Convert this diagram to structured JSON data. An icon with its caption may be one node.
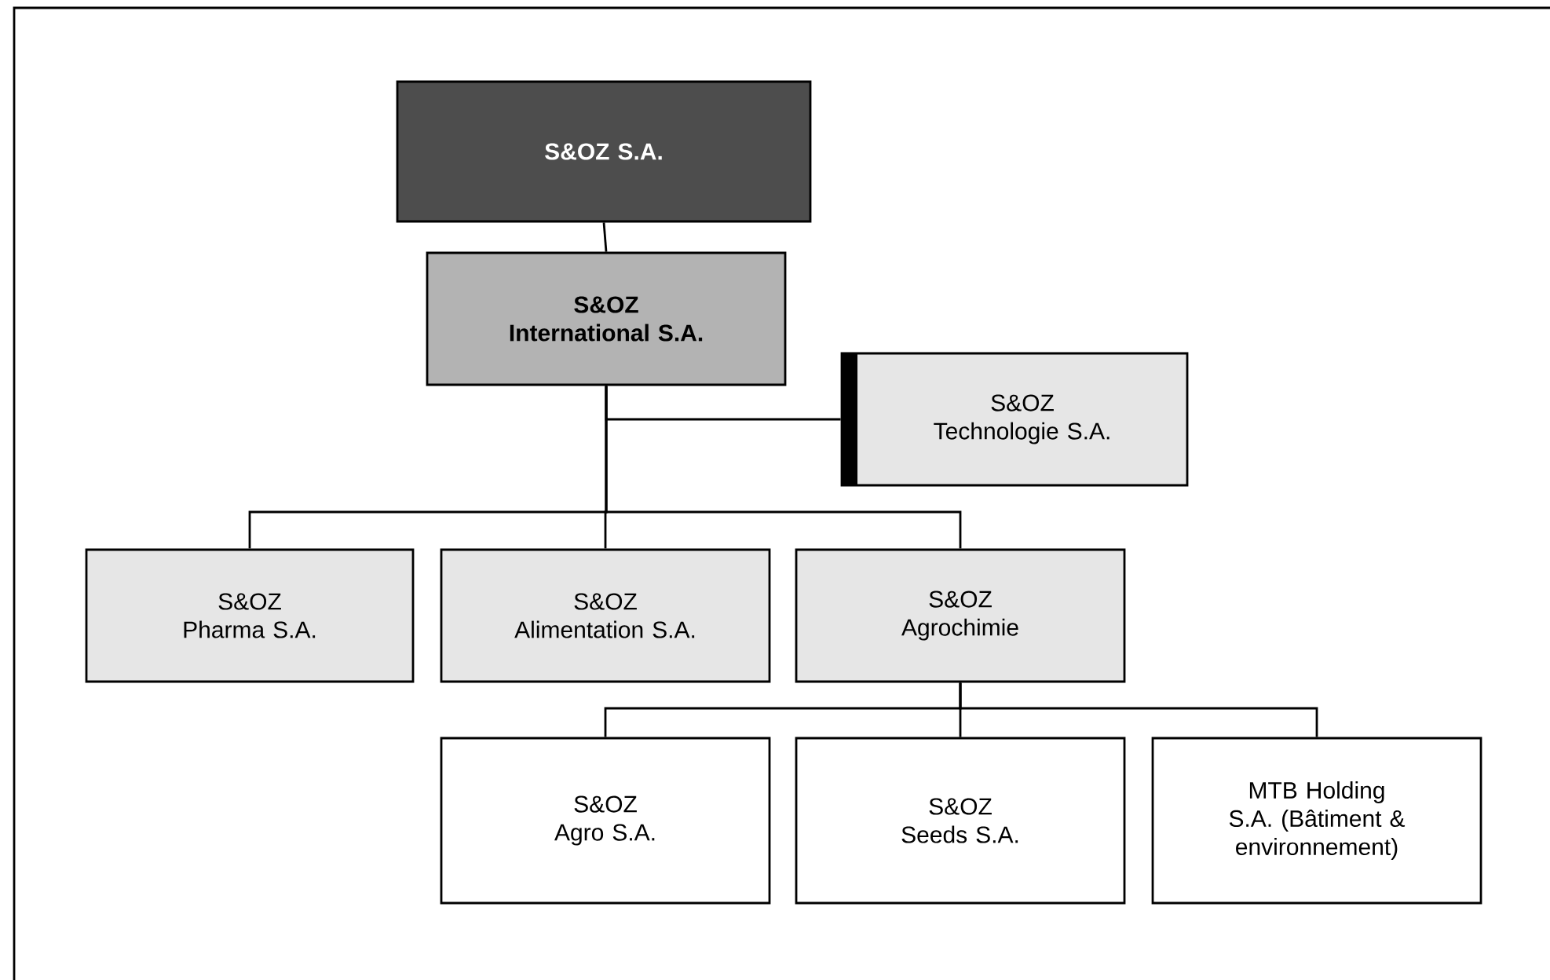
{
  "diagram": {
    "nodes": [
      {
        "text": [
          "S&OZ S.A."
        ]
      },
      {
        "text": [
          "S&OZ International S.A."
        ]
      },
      {
        "text": [
          "S&OZ Technologie S.A."
        ]
      },
      {
        "text": [
          "S&OZ Pharma S.A."
        ]
      },
      {
        "text": [
          "S&OZ Alimentation S.A."
        ]
      },
      {
        "text": [
          "S&OZ Agrochimie"
        ]
      },
      {
        "text": [
          "S&OZ Agro S.A."
        ]
      },
      {
        "text": [
          "S&OZ Seeds S.A."
        ]
      },
      {
        "text": [
          "MTB Holding S.A. (Bâtiment & environnement)"
        ]
      }
    ],
    "edges": [
      {
        "from": 0,
        "to": 1,
        "arrow": "none"
      },
      {
        "from": 1,
        "to": 2,
        "arrow": "none"
      },
      {
        "from": 1,
        "to": 3,
        "arrow": "none"
      },
      {
        "from": 1,
        "to": 4,
        "arrow": "none"
      },
      {
        "from": 1,
        "to": 5,
        "arrow": "none"
      },
      {
        "from": 5,
        "to": 6,
        "arrow": "none"
      },
      {
        "from": 5,
        "to": 7,
        "arrow": "none"
      },
      {
        "from": 5,
        "to": 8,
        "arrow": "none"
      }
    ]
  }
}
